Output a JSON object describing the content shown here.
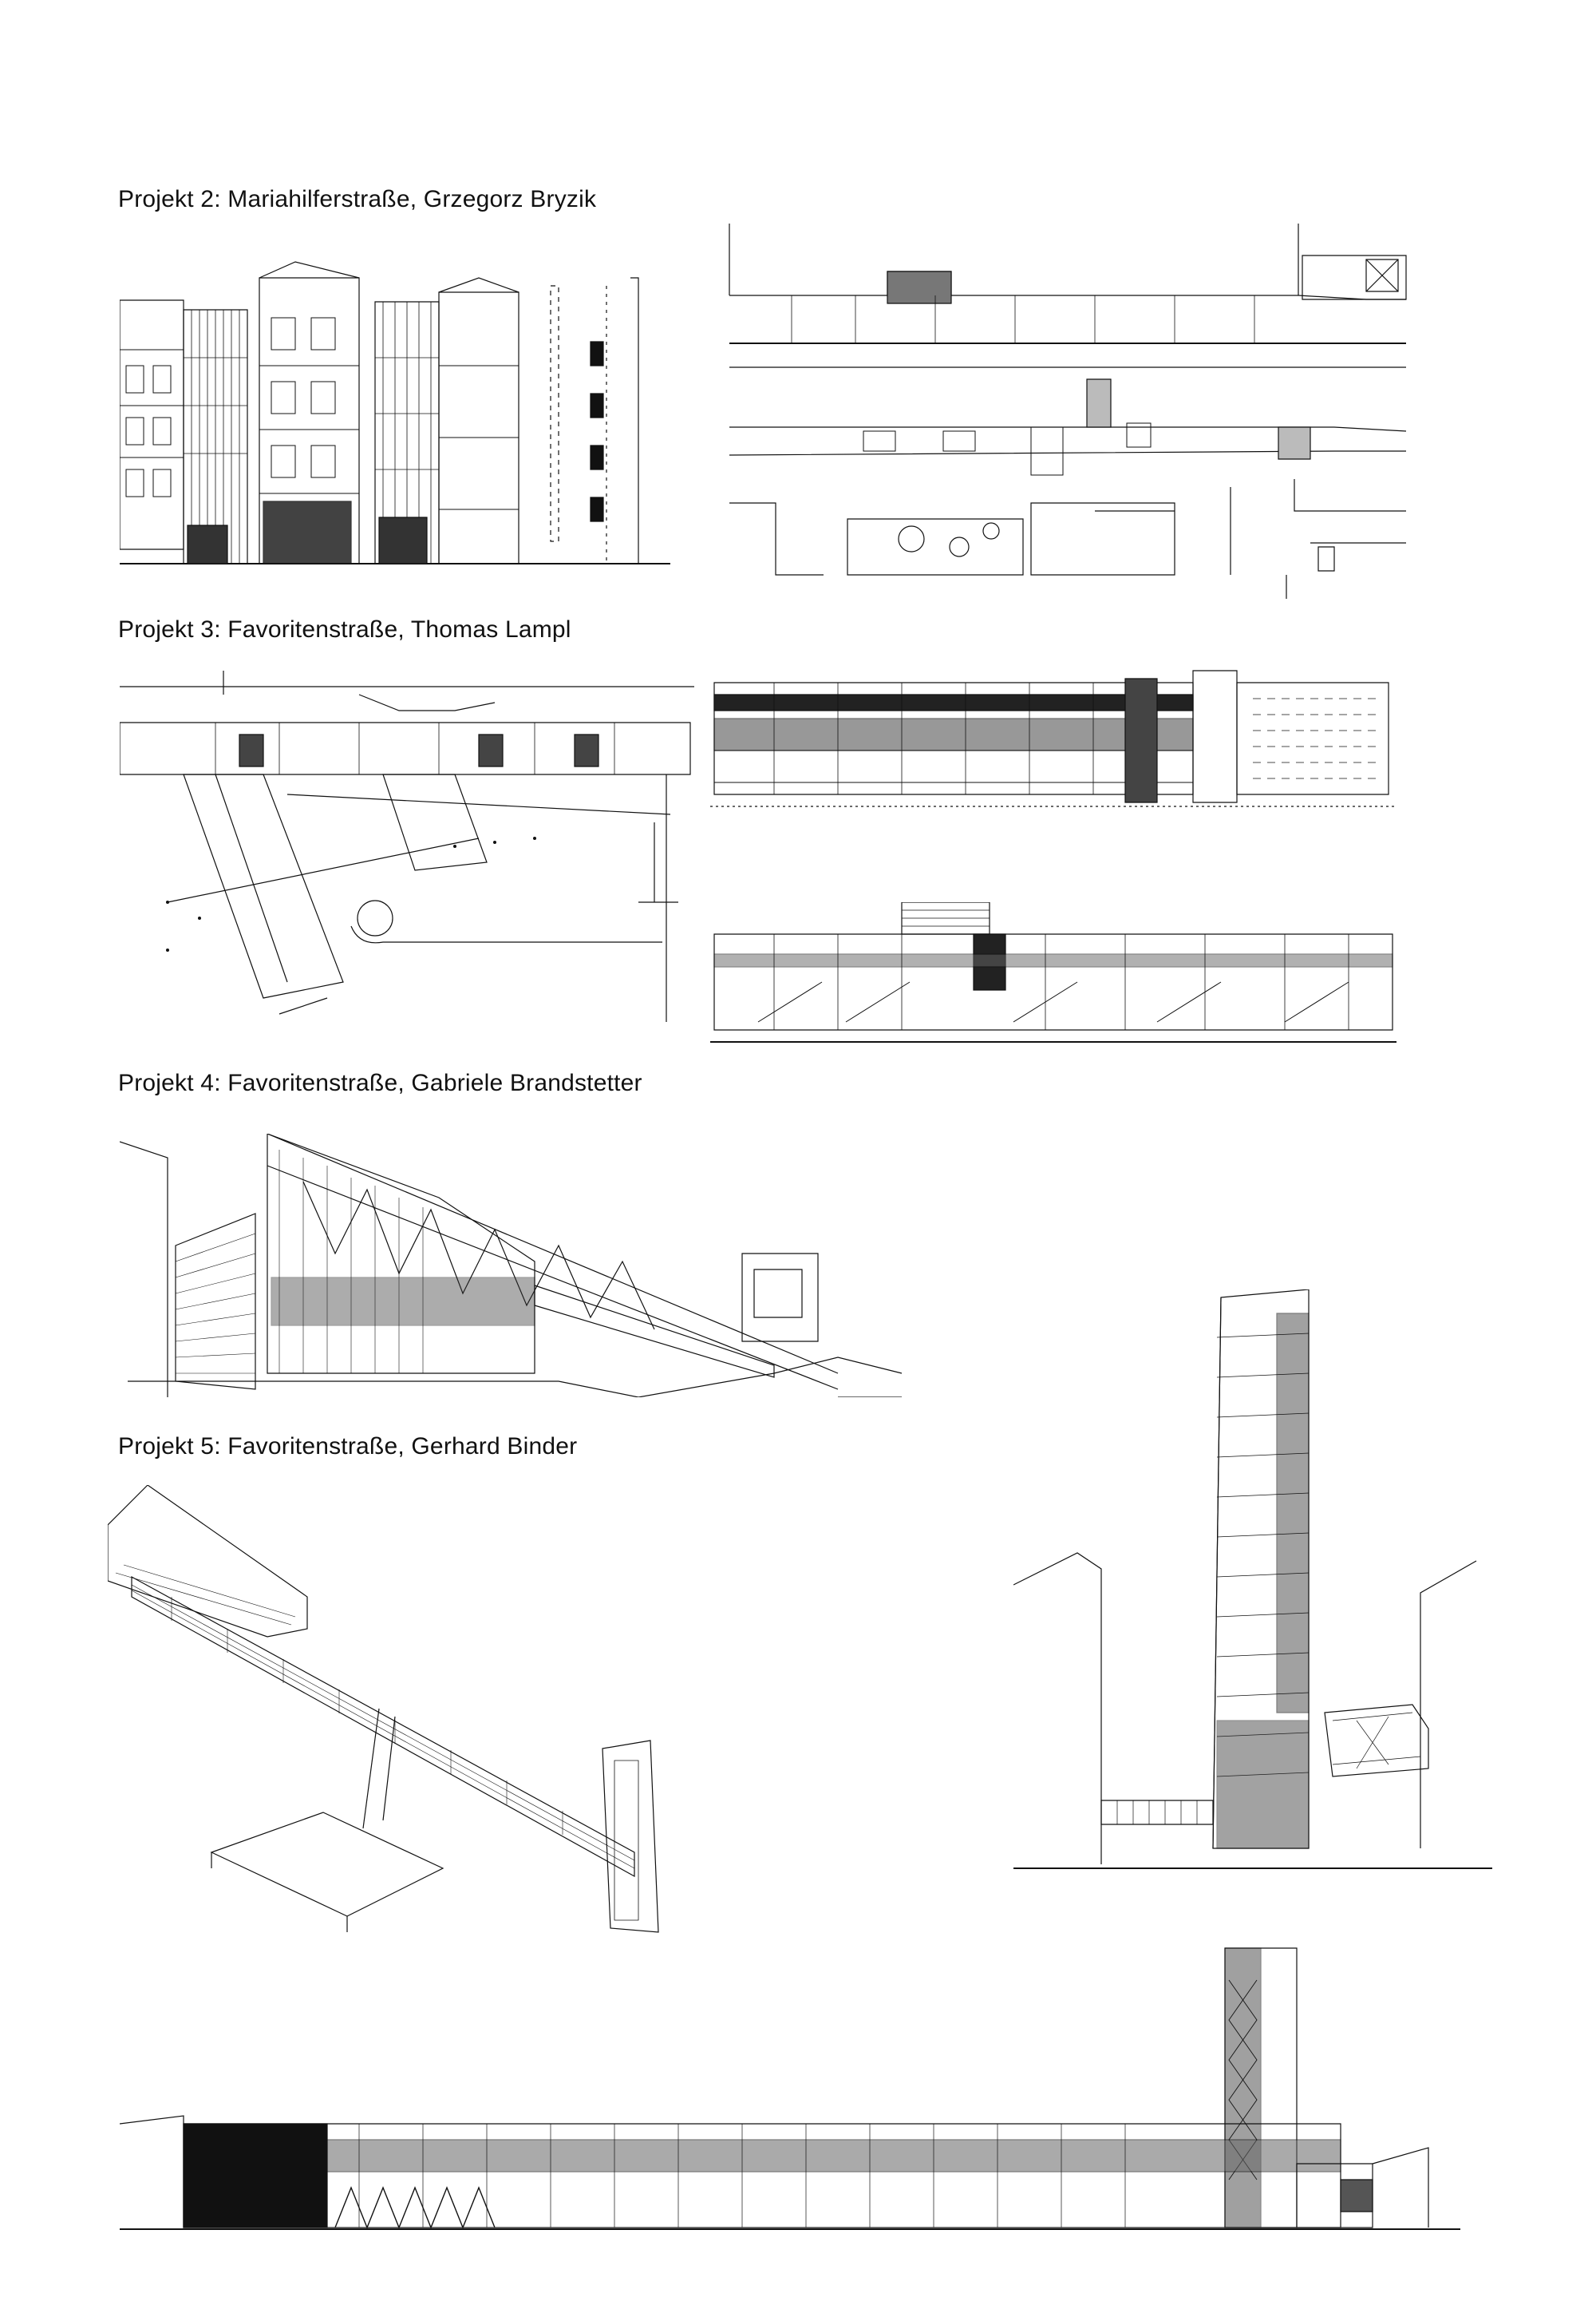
{
  "headings": {
    "p2": "Projekt 2: Mariahilferstraße, Grzegorz Bryzik",
    "p3": "Projekt 3: Favoritenstraße, Thomas Lampl",
    "p4": "Projekt 4: Favoritenstraße, Gabriele Brandstetter",
    "p5": "Projekt 5: Favoritenstraße, Gerhard Binder"
  }
}
